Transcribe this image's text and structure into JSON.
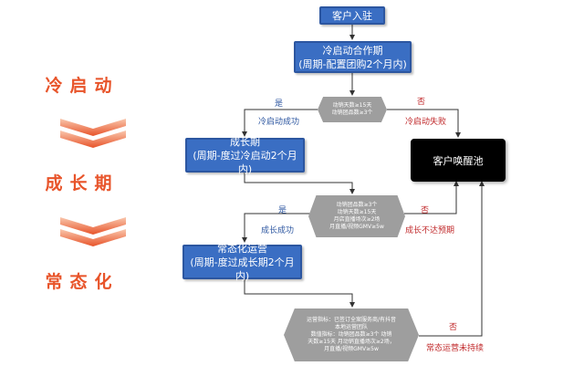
{
  "phases": [
    "冷启动",
    "成长期",
    "常态化"
  ],
  "colors": {
    "accent": "#e8542a",
    "box_blue": "#3a6ec3",
    "decision_gray": "#9e9e9e",
    "label_red": "#c0282a",
    "label_blue": "#2c56a0"
  },
  "nodes": {
    "entry": "客户入驻",
    "cold_start": {
      "title": "冷启动合作期",
      "sub": "(周期-配置团购2个月内)"
    },
    "growth": {
      "title": "成长期",
      "sub": "(周期-度过冷启动2个月内)"
    },
    "normal": {
      "title": "常态化运营",
      "sub": "(周期-度过成长期2个月内)"
    },
    "pool": "客户唤醒池"
  },
  "decisions": {
    "d1": [
      "动销天数≥15天",
      "动销团品数≥3个"
    ],
    "d2": [
      "动销团品数≥3个",
      "动销天数≥15天",
      "月店直播场次≥2场",
      "月直播/视频GMV≥5w"
    ],
    "d3": [
      "运营指标：已签订全案服务商/有抖音",
      "本地运营团队",
      "数值指标：动销团品数≥3个   动销",
      "天数≥15天     月动销直播场次≥2场，",
      "月直播/视频GMV≥5w"
    ]
  },
  "labels": {
    "yes": "是",
    "no": "否",
    "cold_success": "冷启动成功",
    "cold_fail": "冷启动失败",
    "growth_success": "成长成功",
    "growth_fail": "成长不达预期",
    "normal_fail": "常态运营未持续"
  }
}
